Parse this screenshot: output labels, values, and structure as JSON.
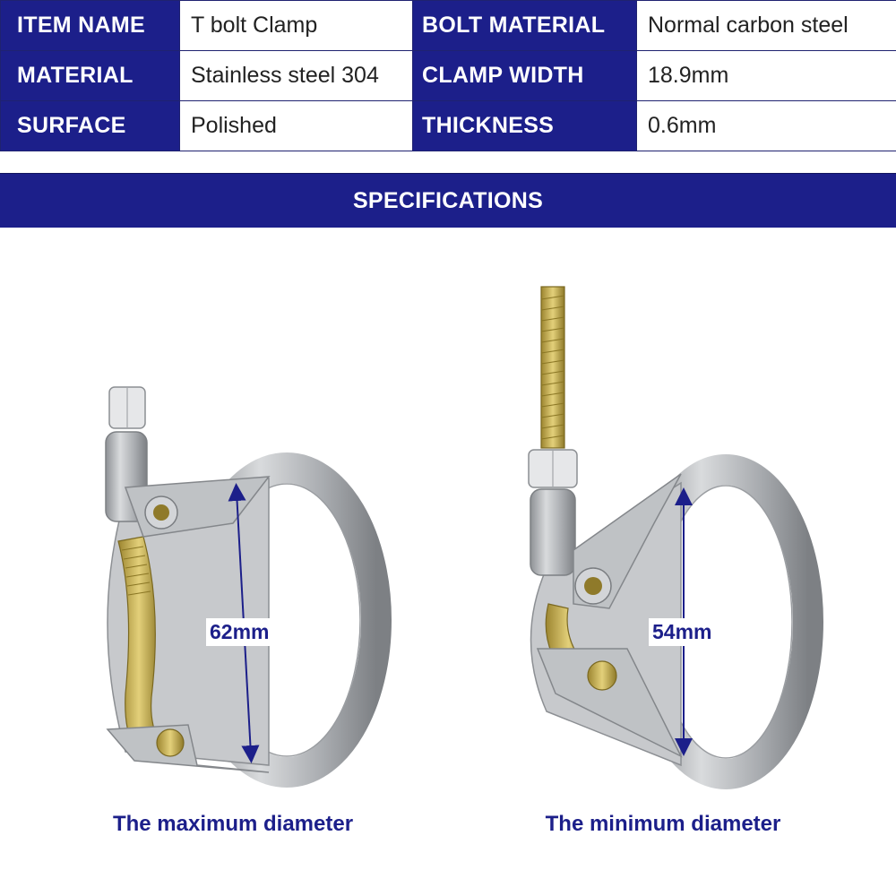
{
  "specs": {
    "rows": [
      {
        "label1": "ITEM NAME",
        "value1": "T bolt Clamp",
        "label2": "BOLT MATERIAL",
        "value2": "Normal carbon steel"
      },
      {
        "label1": "MATERIAL",
        "value1": "Stainless steel 304",
        "label2": "CLAMP WIDTH",
        "value2": "18.9mm"
      },
      {
        "label1": "SURFACE",
        "value1": "Polished",
        "label2": "THICKNESS",
        "value2": "0.6mm"
      }
    ]
  },
  "banner": {
    "title": "SPECIFICATIONS"
  },
  "products": [
    {
      "dimension": "62mm",
      "caption": "The maximum diameter",
      "icon": "t-bolt-clamp-open-icon"
    },
    {
      "dimension": "54mm",
      "caption": "The minimum diameter",
      "icon": "t-bolt-clamp-closed-icon"
    }
  ],
  "colors": {
    "header_blue": "#1c1f8a",
    "steel": "#b9bcbf",
    "brass": "#c9b046"
  }
}
